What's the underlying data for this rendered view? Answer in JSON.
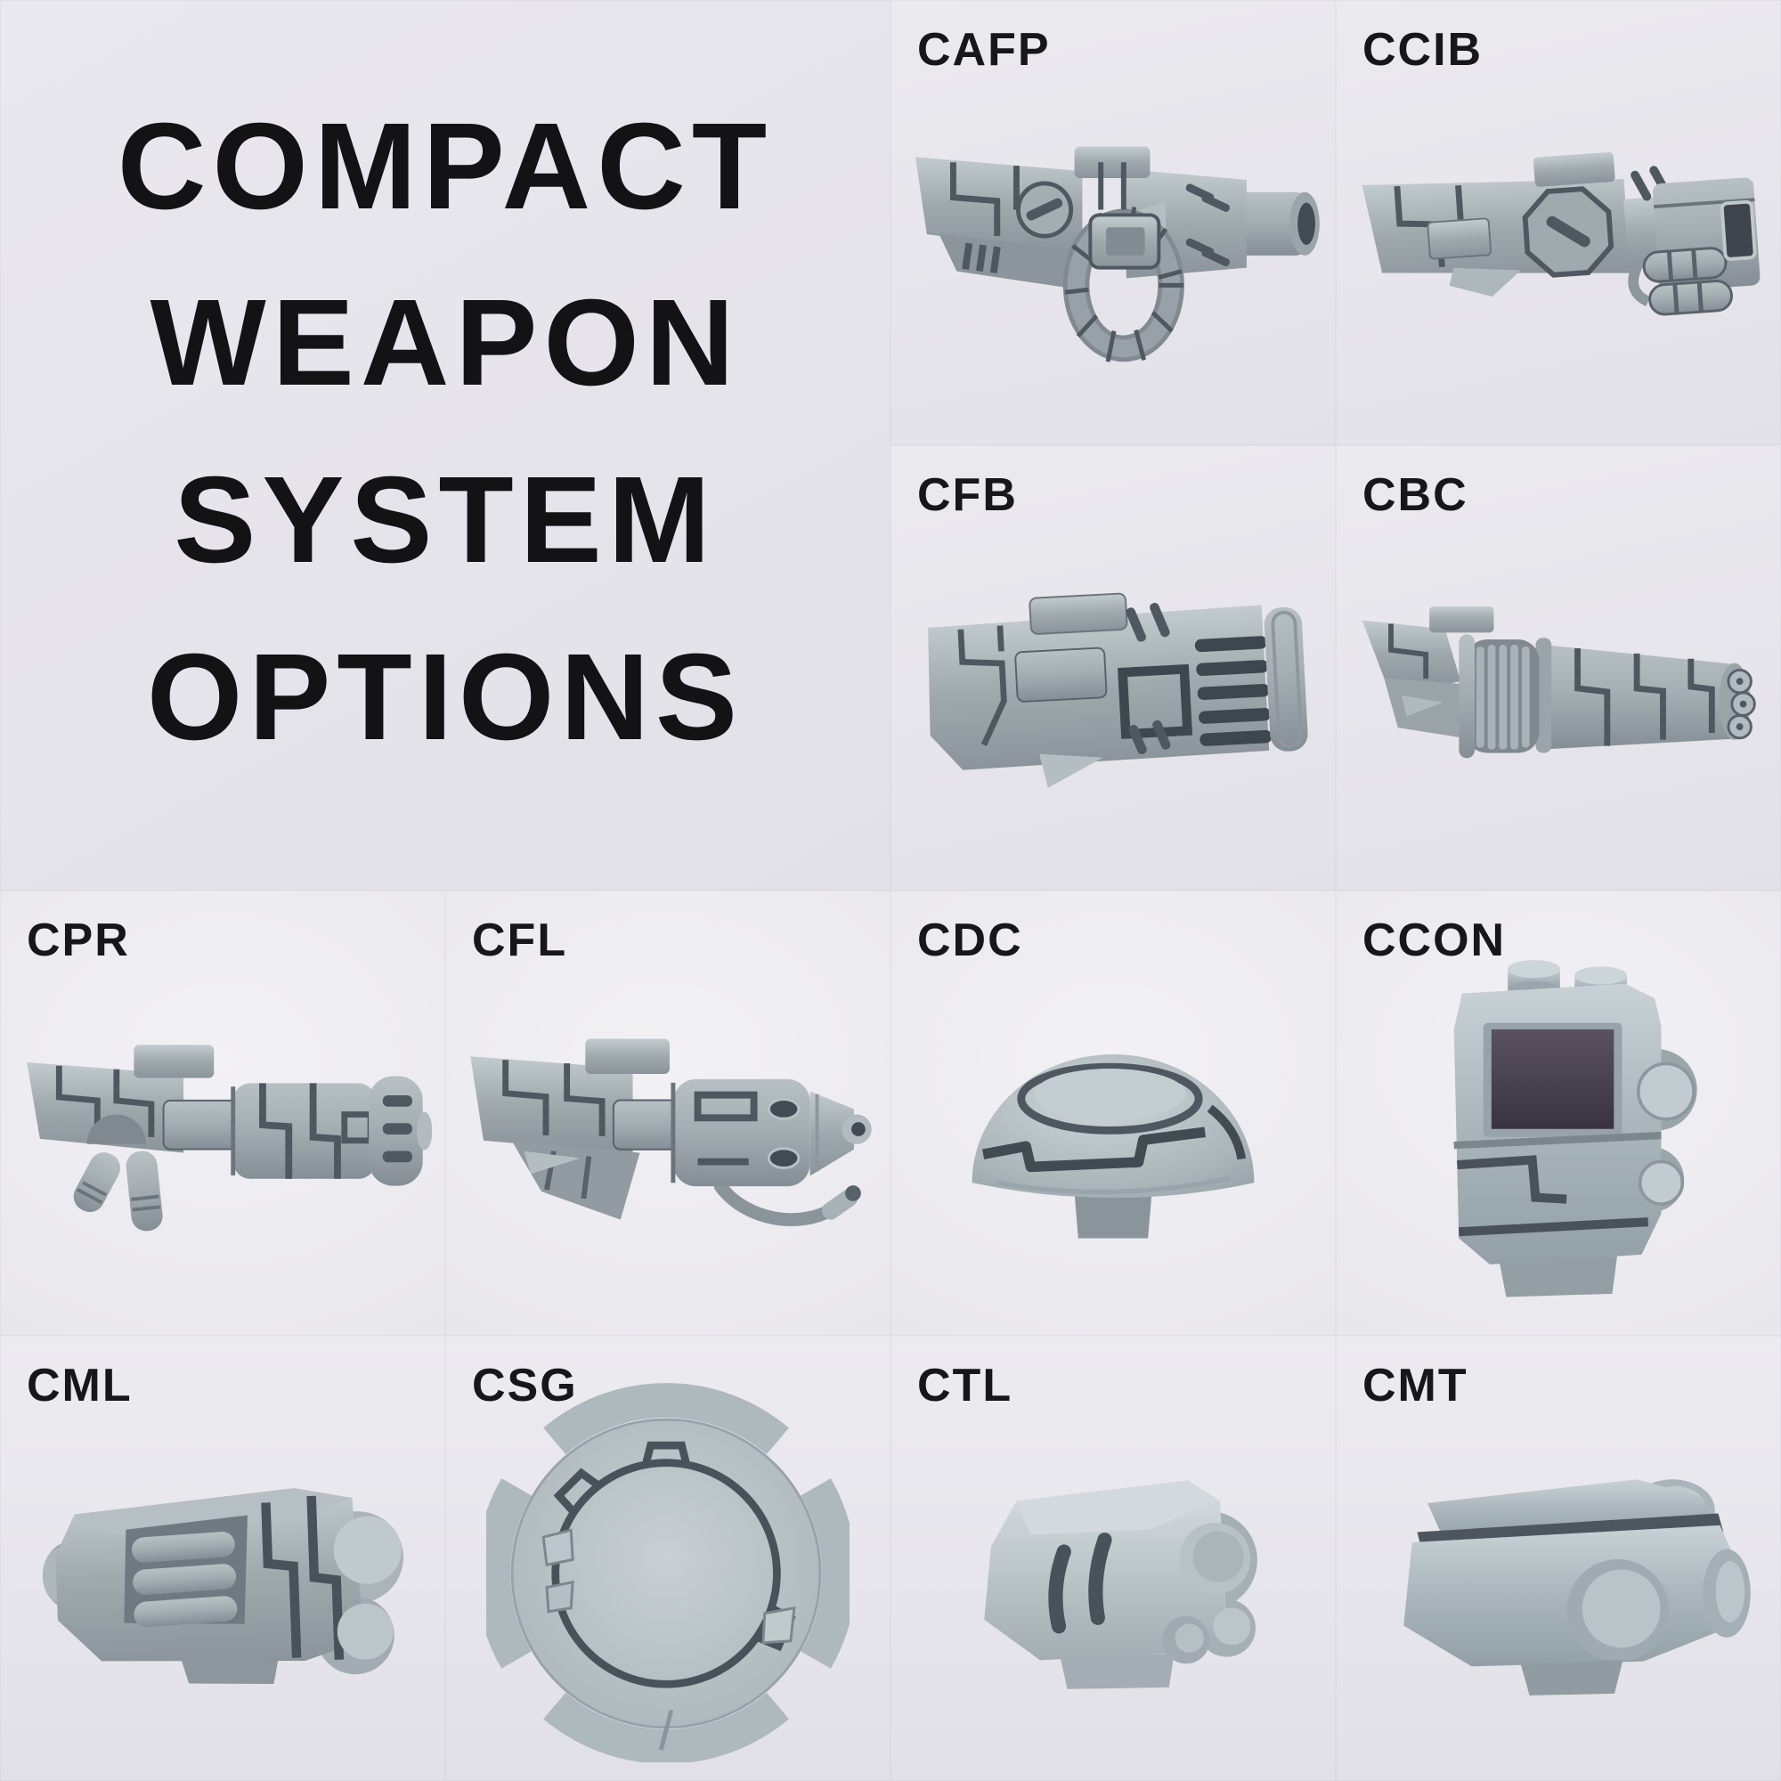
{
  "title": {
    "lines": [
      "COMPACT",
      "WEAPON",
      "SYSTEM",
      "OPTIONS"
    ]
  },
  "items": [
    {
      "code": "CAFP"
    },
    {
      "code": "CCIB"
    },
    {
      "code": "CFB"
    },
    {
      "code": "CBC"
    },
    {
      "code": "CPR"
    },
    {
      "code": "CFL"
    },
    {
      "code": "CDC"
    },
    {
      "code": "CCON"
    },
    {
      "code": "CML"
    },
    {
      "code": "CSG"
    },
    {
      "code": "CTL"
    },
    {
      "code": "CMT"
    }
  ],
  "colors": {
    "background": "#e8e7ec",
    "text": "#131316",
    "model_base": "#9aa4a9",
    "model_light": "#c2ccd0",
    "model_groove": "#4f5860"
  }
}
